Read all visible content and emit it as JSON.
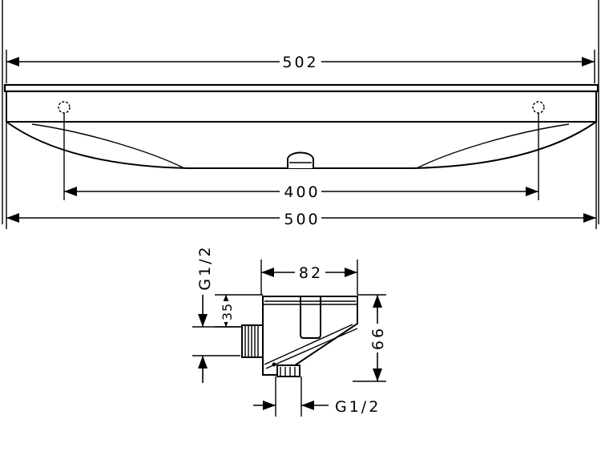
{
  "dimensions": {
    "overall_top": "502",
    "hole_spacing": "400",
    "overall_bottom": "500",
    "body_width": "82",
    "body_height": "66",
    "inlet_offset": "35",
    "thread_side": "G1/2",
    "thread_bottom": "G1/2"
  }
}
